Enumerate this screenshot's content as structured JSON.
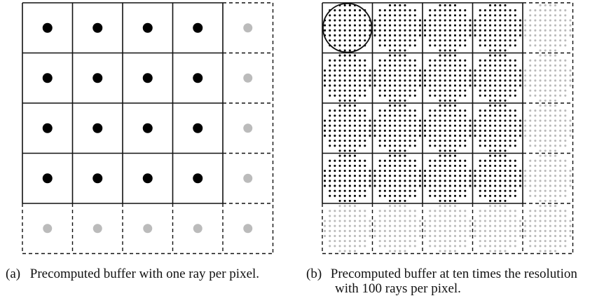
{
  "panel_a": {
    "label": "(a)",
    "caption": "Precomputed buffer with one ray per pixel."
  },
  "panel_b": {
    "label": "(b)",
    "caption_line1": "Precomputed buffer at ten times the resolution",
    "caption_line2": "with 100 rays per pixel."
  },
  "grid": {
    "columns": 5,
    "rows": 5,
    "solid_columns": 4,
    "solid_rows": 4,
    "rays_per_side_b": 10
  },
  "colors": {
    "line": "#111111",
    "active_dot": "#000000",
    "inactive_dot": "#bbbbbb"
  }
}
